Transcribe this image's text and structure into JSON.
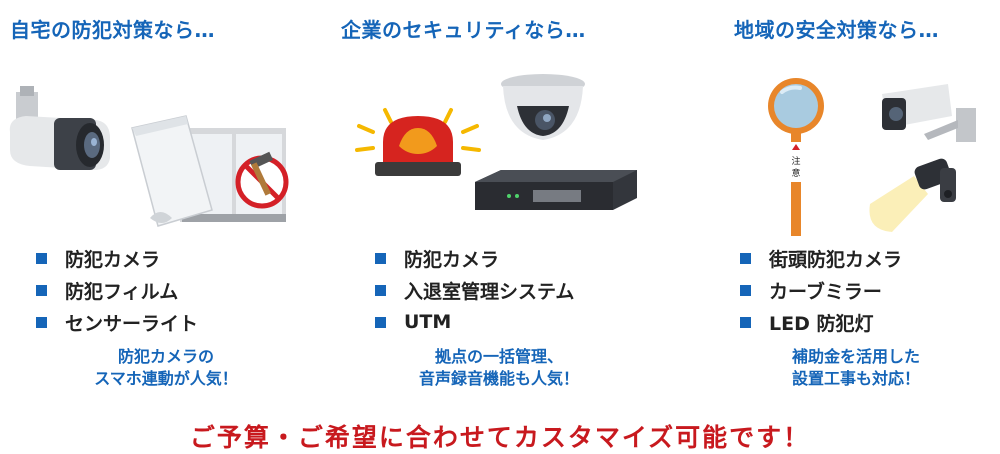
{
  "columns": [
    {
      "heading": "自宅の防犯対策なら…",
      "items": [
        "防犯カメラ",
        "防犯フィルム",
        "センサーライト"
      ],
      "note_lines": [
        "防犯カメラの",
        "スマホ連動が人気！"
      ]
    },
    {
      "heading": "企業のセキュリティなら…",
      "items": [
        "防犯カメラ",
        "入退室管理システム",
        "UTM"
      ],
      "note_lines": [
        "拠点の一括管理、",
        "音声録音機能も人気！"
      ]
    },
    {
      "heading": "地域の安全対策なら…",
      "items": [
        "街頭防犯カメラ",
        "カーブミラー",
        "LED 防犯灯"
      ],
      "note_lines": [
        "補助金を活用した",
        "設置工事も対応！"
      ],
      "mirror_sign": [
        "注",
        "意"
      ]
    }
  ],
  "footer": "ご予算・ご希望に合わせてカスタマイズ可能です！",
  "colors": {
    "heading": "#1565b8",
    "bullet": "#1565b8",
    "footer": "#c8191e",
    "text": "#222222"
  }
}
